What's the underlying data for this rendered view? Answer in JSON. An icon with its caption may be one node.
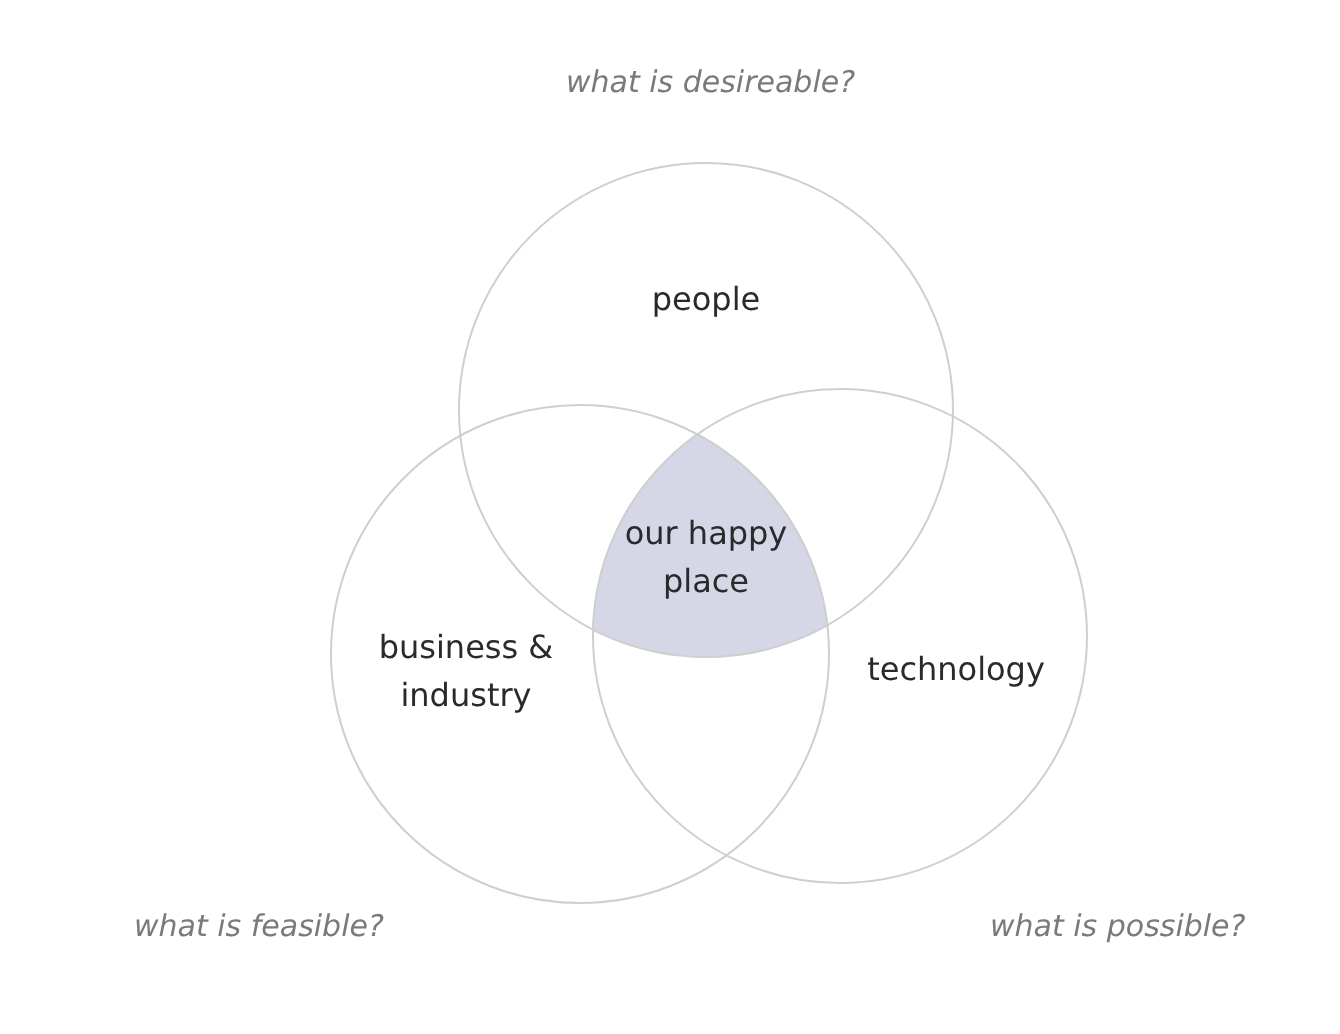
{
  "diagram": {
    "nodes": [
      {
        "text": [
          "people"
        ]
      },
      {
        "text": [
          "business & industry"
        ]
      },
      {
        "text": [
          "technology"
        ]
      },
      {
        "text": [
          "our happy place"
        ]
      }
    ],
    "labels": [
      "what is desireable?",
      "what is feasible?",
      "what is possible?"
    ]
  }
}
